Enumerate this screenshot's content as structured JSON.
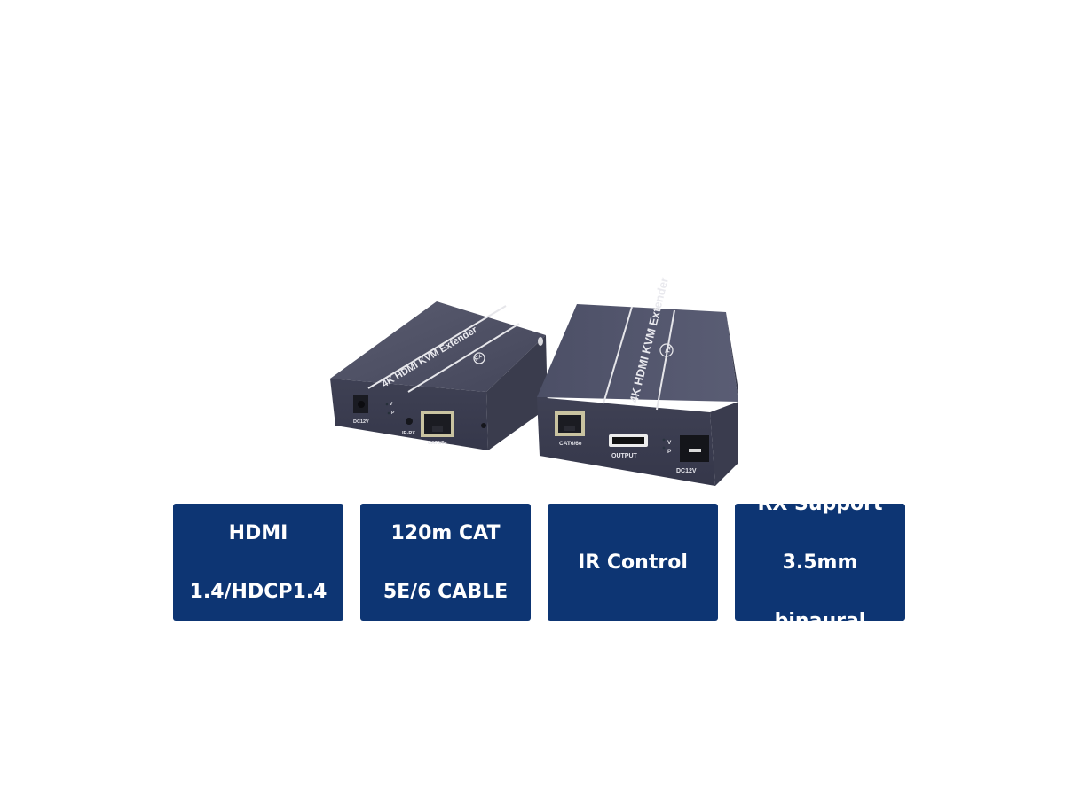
{
  "product": {
    "rx_unit": {
      "top_label": "4K HDMI KVM Extender",
      "badge": "RX",
      "ports": [
        "DC12V",
        "V",
        "P",
        "IR-RX",
        "CAT6/6e"
      ]
    },
    "tx_unit": {
      "top_label": "4K HDMI KVM Extender",
      "badge": "TX",
      "ports": [
        "CAT6/6e",
        "OUTPUT",
        "V",
        "P",
        "DC12V"
      ]
    },
    "colors": {
      "device_body": "#4a4c5e",
      "feature_box": "#0d3573",
      "feature_text": "#ffffff",
      "background": "#ffffff"
    }
  },
  "features": [
    {
      "lines": [
        "HDMI",
        "1.4/HDCP1.4"
      ]
    },
    {
      "lines": [
        "120m CAT",
        "5E/6 CABLE"
      ]
    },
    {
      "lines": [
        "IR Control"
      ]
    },
    {
      "lines": [
        "RX Support",
        "3.5mm",
        "binaural"
      ]
    }
  ]
}
